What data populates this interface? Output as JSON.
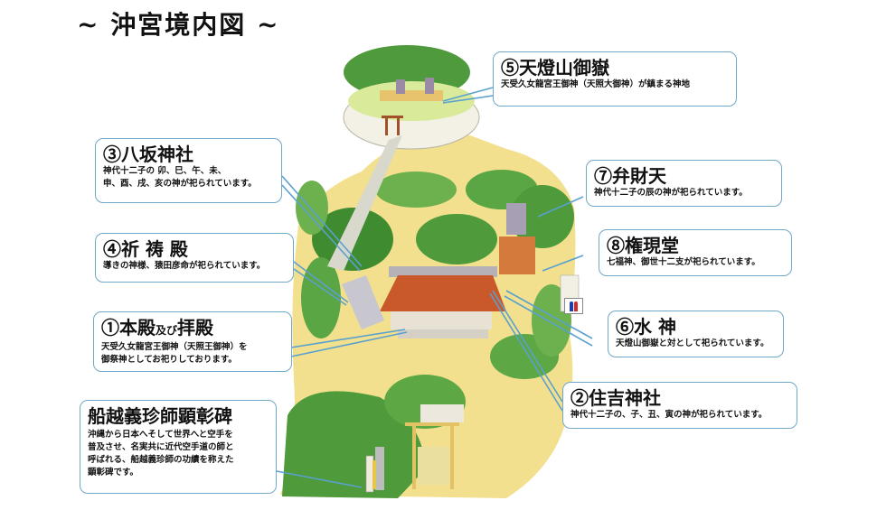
{
  "title": "~ 沖宮境内図 ~",
  "colors": {
    "callout_border": "#6fa8c8",
    "leader_line": "#5aa0cf",
    "foliage": "#4e9a3c",
    "ground": "#f2df8a",
    "roof": "#c9582a"
  },
  "callouts": [
    {
      "id": "5",
      "heading": "⑤天燈山御嶽",
      "desc": "天受久女龍宮王御神（天照大御神）が鎮まる神地"
    },
    {
      "id": "3",
      "heading": "③八坂神社",
      "desc": "神代十二子の 卯、巳、午、未、\n申、酉、戌、亥の神が祀られています。"
    },
    {
      "id": "4",
      "heading": "④祈 祷 殿",
      "desc": "導きの神様、猿田彦命が祀られています。"
    },
    {
      "id": "1",
      "heading": "①本殿",
      "heading_small": "及び",
      "heading_tail": "拝殿",
      "desc": "天受久女龍宮王御神（天照王御神）を\n御祭神としてお祀りしております。"
    },
    {
      "id": "funakoshi",
      "heading": "船越義珍師顕彰碑",
      "desc": "沖縄から日本へそして世界へと空手を\n普及させ、名実共に近代空手道の師と\n呼ばれる、船越義珍師の功績を称えた\n顕彰碑です。"
    },
    {
      "id": "7",
      "heading": "⑦弁財天",
      "desc": "神代十二子の辰の神が祀られています。"
    },
    {
      "id": "8",
      "heading": "⑧権現堂",
      "desc": "七福神、御世十二支が祀られています。"
    },
    {
      "id": "6",
      "heading": "⑥水 神",
      "desc": "天燈山御嶽と対として祀られています。"
    },
    {
      "id": "2",
      "heading": "②住吉神社",
      "desc": "神代十二子の、子、丑、寅の神が祀られています。"
    }
  ],
  "icons": {
    "restroom": "restroom-icon"
  }
}
